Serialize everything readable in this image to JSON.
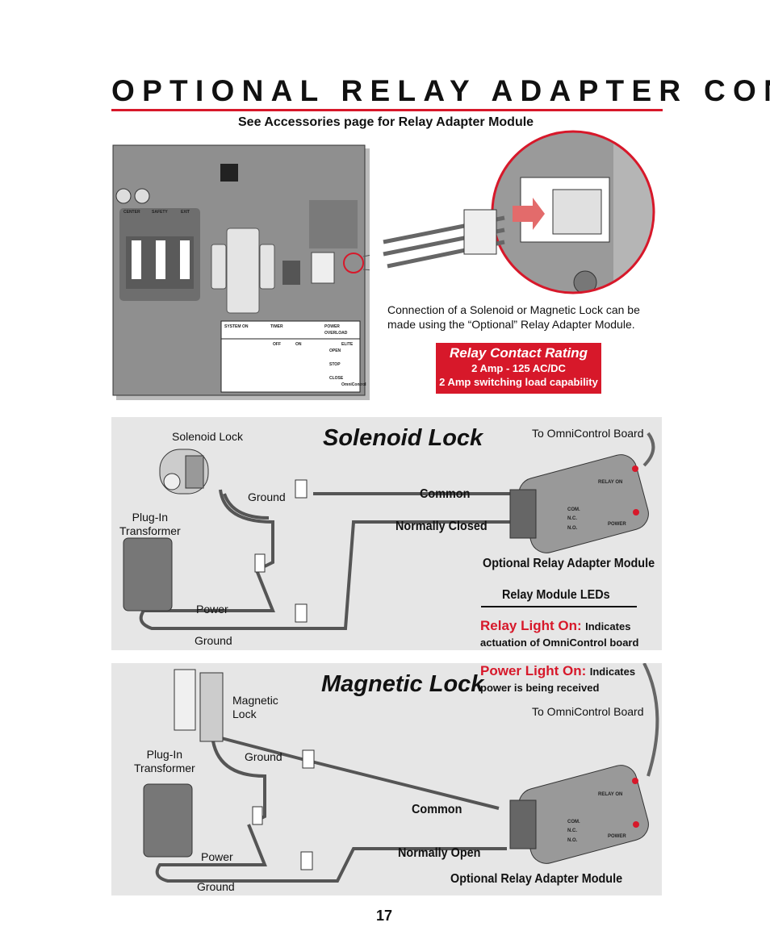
{
  "title": "OPTIONAL RELAY ADAPTER CONNECTION",
  "subtitle": "See Accessories page for Relay Adapter Module",
  "board": {
    "labels": [
      "CENTER",
      "SAFETY",
      "EXIT",
      "SYSTEM ON",
      "TIMER",
      "POWER",
      "OVERLOAD",
      "OFF",
      "ON",
      "OPEN",
      "STOP",
      "CLOSE",
      "ELITE",
      "OmniControl"
    ]
  },
  "caption": "Connection of a Solenoid or Magnetic Lock can be made using the “Optional” Relay Adapter Module.",
  "rating": {
    "title": "Relay Contact Rating",
    "line1": "2 Amp - 125 AC/DC",
    "line2": "2 Amp switching load capability",
    "color": "#d7182a"
  },
  "solenoid": {
    "heading": "Solenoid Lock",
    "lock_label": "Solenoid Lock",
    "transformer": "Plug-In\nTransformer",
    "ground_top": "Ground",
    "power": "Power",
    "ground_bottom": "Ground",
    "common": "Common",
    "normally": "Normally Closed",
    "to_board": "To OmniControl Board",
    "module": "Optional Relay Adapter Module"
  },
  "magnetic": {
    "heading": "Magnetic Lock",
    "lock_label": "Magnetic\nLock",
    "transformer": "Plug-In\nTransformer",
    "ground_top": "Ground",
    "power": "Power",
    "ground_bottom": "Ground",
    "common": "Common",
    "normally": "Normally Open",
    "to_board": "To OmniControl Board",
    "module": "Optional Relay Adapter Module"
  },
  "module_labels": {
    "relay_on": "RELAY ON",
    "power": "POWER",
    "com": "COM.",
    "nc": "N.C.",
    "no": "N.O."
  },
  "leds": {
    "heading": "Relay Module LEDs",
    "relay_title": "Relay  Light  On:",
    "relay_a": "Indicates",
    "relay_b": "actuation of OmniControl board",
    "power_title": "Power  Light  On:",
    "power_a": "Indicates",
    "power_b": "power is being received"
  },
  "page_number": "17"
}
